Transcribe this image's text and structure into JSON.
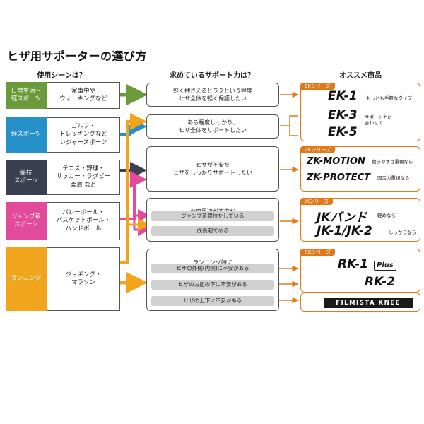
{
  "title": "ヒザ用サポーターの選び方",
  "columns": {
    "scene": "使用シーンは？",
    "need": "求めているサポート力は？",
    "product": "オススメ商品"
  },
  "colors": {
    "scene_green": "#6a9a3a",
    "scene_blue": "#2690c9",
    "scene_navy": "#3b3f52",
    "scene_pink": "#e24a9b",
    "scene_orange": "#f1a51c",
    "product_orange": "#e07a18"
  },
  "scenes": [
    {
      "label": "日常生活〜\n軽スポーツ",
      "activity": "家事中や\nウォーキングなど"
    },
    {
      "label": "軽スポーツ",
      "activity": "ゴルフ・\nトレッキングなど\nレジャースポーツ"
    },
    {
      "label": "競技\nスポーツ",
      "activity": "テニス・野球・\nサッカー・ラグビー\n柔道 など"
    },
    {
      "label": "ジャンプ系\nスポーツ",
      "activity": "バレーボール・\nバスケットボール・\nハンドボール"
    },
    {
      "label": "ランニング",
      "activity": "ジョギング・\nマラソン"
    }
  ],
  "needs": {
    "light": "軽く押さえるとラクという程度\nヒザ全体を軽く保護したい",
    "moderate": "ある程度しっかり、\nヒザ全体をサポートしたい",
    "strong": "ヒザが不安だ\nヒザをしっかりサポートしたい",
    "kneecap": {
      "heading": "お皿周辺が不安だ",
      "items": [
        "ジャンプ系競技をしている",
        "成長期である"
      ]
    },
    "running": {
      "heading": "ランニング時に",
      "items": [
        "ヒザの外側(内側)に不安がある",
        "ヒザのお皿の下に不安がある",
        "ヒザの上下に不安がある"
      ]
    }
  },
  "products": {
    "ek": {
      "series": "EKシリーズ",
      "ek1": "EK-1",
      "ek1_note": "もっとも手軽なタイプ",
      "ek3": "EK-3",
      "ek5": "EK-5",
      "ek35_note": "サポート力に\n合わせて"
    },
    "zk": {
      "series": "ZKシリーズ",
      "motion": "ZK-MOTION",
      "motion_note": "動きやすさ重視なら",
      "protect": "ZK-PROTECT",
      "protect_note": "固定力重視なら"
    },
    "jk": {
      "series": "JKシリーズ",
      "band": "JKバンド",
      "band_note": "軽めなら",
      "jk12": "JK-1/JK-2",
      "jk12_note": "しっかりなら"
    },
    "rk": {
      "series": "RKシリーズ",
      "rk1": "RK-1",
      "rk1_plus": "Plus",
      "rk2": "RK-2",
      "filmista": "FILMISTA KNEE"
    }
  }
}
